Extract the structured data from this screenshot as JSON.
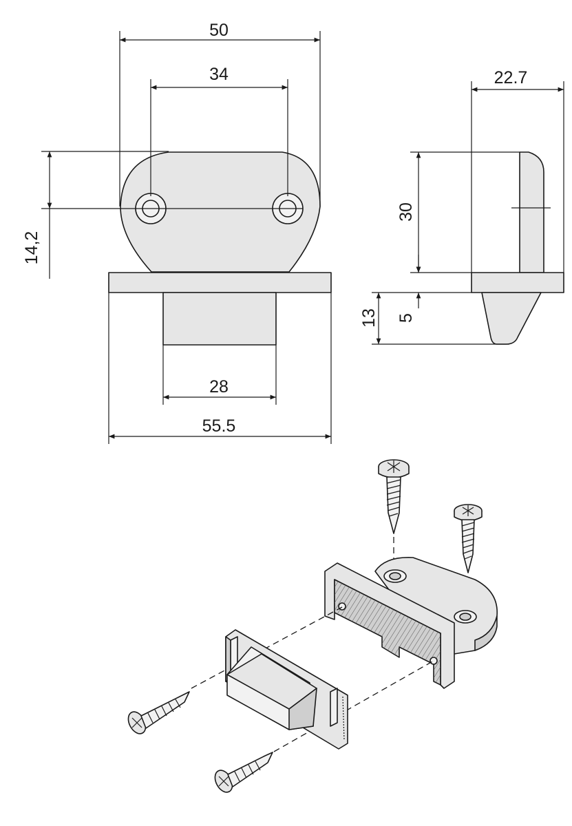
{
  "dimensions": {
    "front_overall_width": "50",
    "hole_spacing": "34",
    "hole_height": "14,2",
    "tongue_width": "28",
    "base_width": "55.5",
    "side_depth": "22.7",
    "side_height": "30",
    "flange_thickness": "5",
    "total_below": "13"
  },
  "colors": {
    "line": "#1a1a1a",
    "fill": "#e6e6e6",
    "background": "#ffffff"
  }
}
